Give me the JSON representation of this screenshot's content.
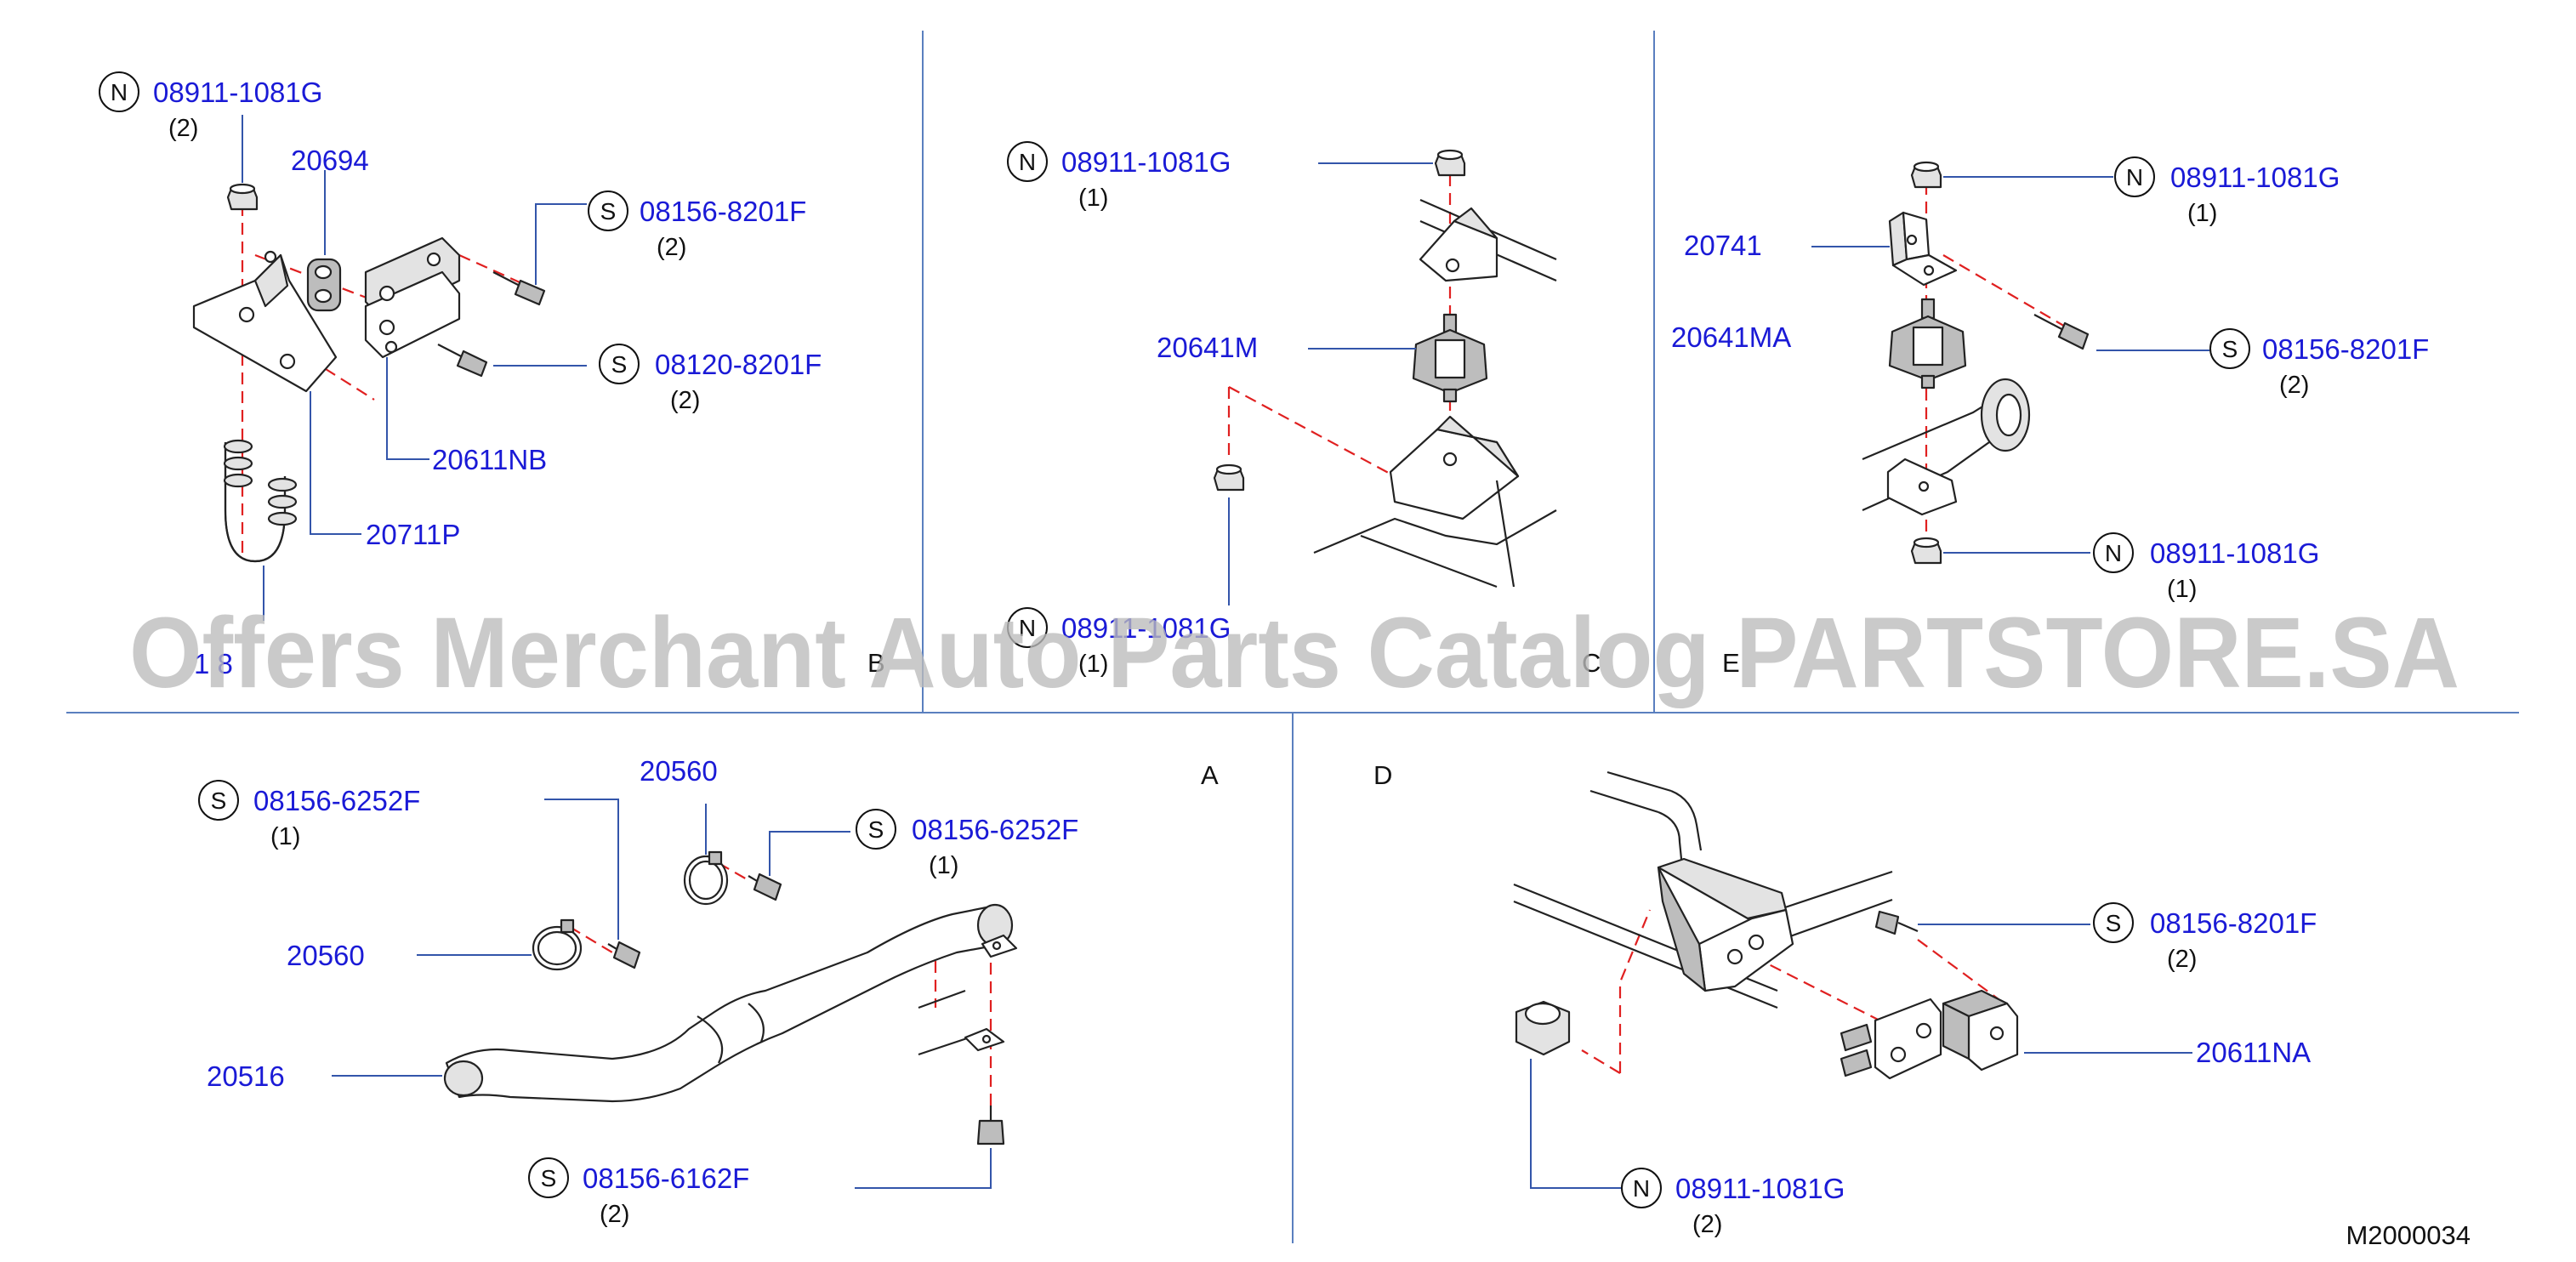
{
  "watermark": "Offers Merchant Auto Parts Catalog PARTSTORE.SA",
  "diagram_code": "M2000034",
  "markers": {
    "nut": "N",
    "screw": "S"
  },
  "sections": {
    "a": "A",
    "b": "B",
    "c": "C",
    "d": "D",
    "e": "E"
  },
  "labels": {
    "b_nut_top": {
      "pn": "08911-1081G",
      "qty": "(2)"
    },
    "b_mount": {
      "pn": "20694"
    },
    "b_screw_1": {
      "pn": "08156-8201F",
      "qty": "(2)"
    },
    "b_screw_2": {
      "pn": "08120-8201F",
      "qty": "(2)"
    },
    "b_bracket": {
      "pn": "20611NB"
    },
    "b_hanger": {
      "pn": "20711P"
    },
    "b_bottom_obscured": {
      "pn": "1 8"
    },
    "c_nut_top": {
      "pn": "08911-1081G",
      "qty": "(1)"
    },
    "c_mount": {
      "pn": "20641M"
    },
    "c_nut_bottom": {
      "pn": "08911-1081G",
      "qty": "(1)"
    },
    "e_nut_top": {
      "pn": "08911-1081G",
      "qty": "(1)"
    },
    "e_bracket": {
      "pn": "20741"
    },
    "e_mount": {
      "pn": "20641MA"
    },
    "e_screw": {
      "pn": "08156-8201F",
      "qty": "(2)"
    },
    "e_nut_bottom": {
      "pn": "08911-1081G",
      "qty": "(1)"
    },
    "a_screw_left": {
      "pn": "08156-6252F",
      "qty": "(1)"
    },
    "a_clamp_top": {
      "pn": "20560"
    },
    "a_screw_right": {
      "pn": "08156-6252F",
      "qty": "(1)"
    },
    "a_clamp_left": {
      "pn": "20560"
    },
    "a_pipe": {
      "pn": "20516"
    },
    "a_screw_bottom": {
      "pn": "08156-6162F",
      "qty": "(2)"
    },
    "d_screw": {
      "pn": "08156-8201F",
      "qty": "(2)"
    },
    "d_bracket": {
      "pn": "20611NA"
    },
    "d_nut": {
      "pn": "08911-1081G",
      "qty": "(2)"
    }
  },
  "colors": {
    "part_number": "#1a1ad6",
    "leader": "#3355aa",
    "centerline": "#e02020",
    "divider": "#5a7fbf",
    "watermark": "#bcbcbc"
  }
}
